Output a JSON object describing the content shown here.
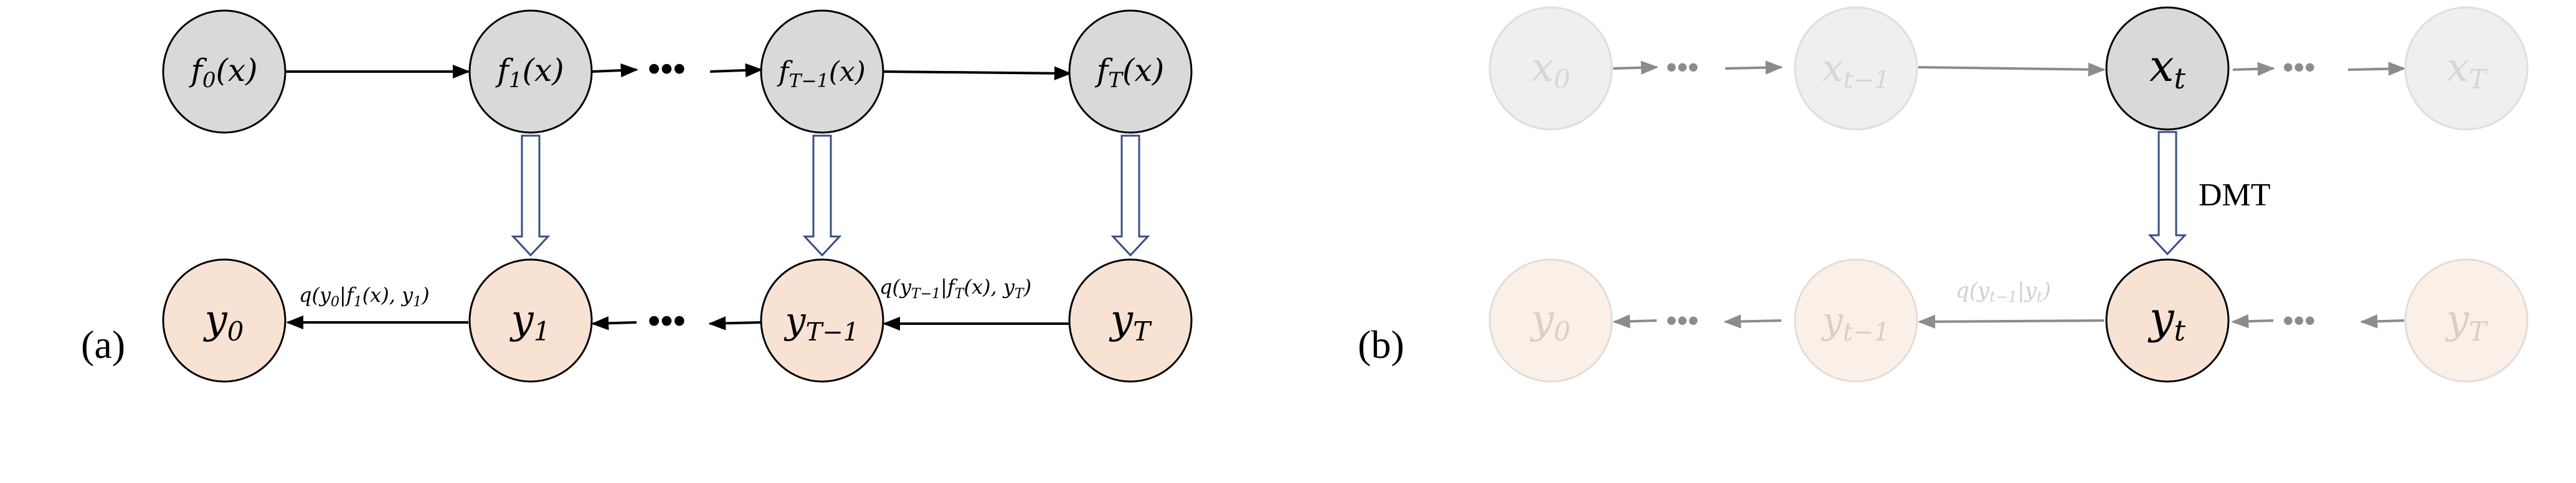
{
  "panel_a": {
    "label": "(a)",
    "top_nodes": [
      {
        "id": "f0",
        "base": "f",
        "sub": "0",
        "arg": "(x)"
      },
      {
        "id": "f1",
        "base": "f",
        "sub": "1",
        "arg": "(x)"
      },
      {
        "id": "fTm1",
        "base": "f",
        "sub": "T−1",
        "arg": "(x)"
      },
      {
        "id": "fT",
        "base": "f",
        "sub": "T",
        "arg": "(x)"
      }
    ],
    "bottom_nodes": [
      {
        "id": "y0",
        "base": "y",
        "sub": "0"
      },
      {
        "id": "y1",
        "base": "y",
        "sub": "1"
      },
      {
        "id": "yTm1",
        "base": "y",
        "sub": "T−1"
      },
      {
        "id": "yT",
        "base": "y",
        "sub": "T"
      }
    ],
    "ellipsis": "•••",
    "edge_label_left": {
      "pre": "q(y",
      "sub0": "0",
      "mid": "|f",
      "sub1": "1",
      "post": "(x), y",
      "sub2": "1",
      "end": ")"
    },
    "edge_label_right": {
      "pre": "q(y",
      "sub0": "T−1",
      "mid": "|f",
      "sub1": "T",
      "post": "(x), y",
      "sub2": "T",
      "end": ")"
    }
  },
  "panel_b": {
    "label": "(b)",
    "top_nodes": [
      {
        "id": "x0",
        "base": "x",
        "sub": "0"
      },
      {
        "id": "xtm1",
        "base": "x",
        "sub": "t−1"
      },
      {
        "id": "xt",
        "base": "x",
        "sub": "t"
      },
      {
        "id": "xT",
        "base": "x",
        "sub": "T"
      }
    ],
    "bottom_nodes": [
      {
        "id": "by0",
        "base": "y",
        "sub": "0"
      },
      {
        "id": "bytm1",
        "base": "y",
        "sub": "t−1"
      },
      {
        "id": "byt",
        "base": "y",
        "sub": "t"
      },
      {
        "id": "byT",
        "base": "y",
        "sub": "T"
      }
    ],
    "ellipsis": "•••",
    "dmt_label": "DMT",
    "edge_label": {
      "pre": "q(y",
      "sub0": "t−1",
      "mid": "|y",
      "sub1": "t",
      "end": ")"
    }
  },
  "colors": {
    "gray_node": "#d9d9d9",
    "peach_node": "#f8e2d3",
    "faded_gray": "#efefef",
    "faded_peach": "#fbf0e8",
    "faded_text": "#d6d6d6",
    "faded_stroke": "#cfcfcf",
    "arrow_gray": "#8c8c8c",
    "double_arrow": "#3a4f80"
  }
}
